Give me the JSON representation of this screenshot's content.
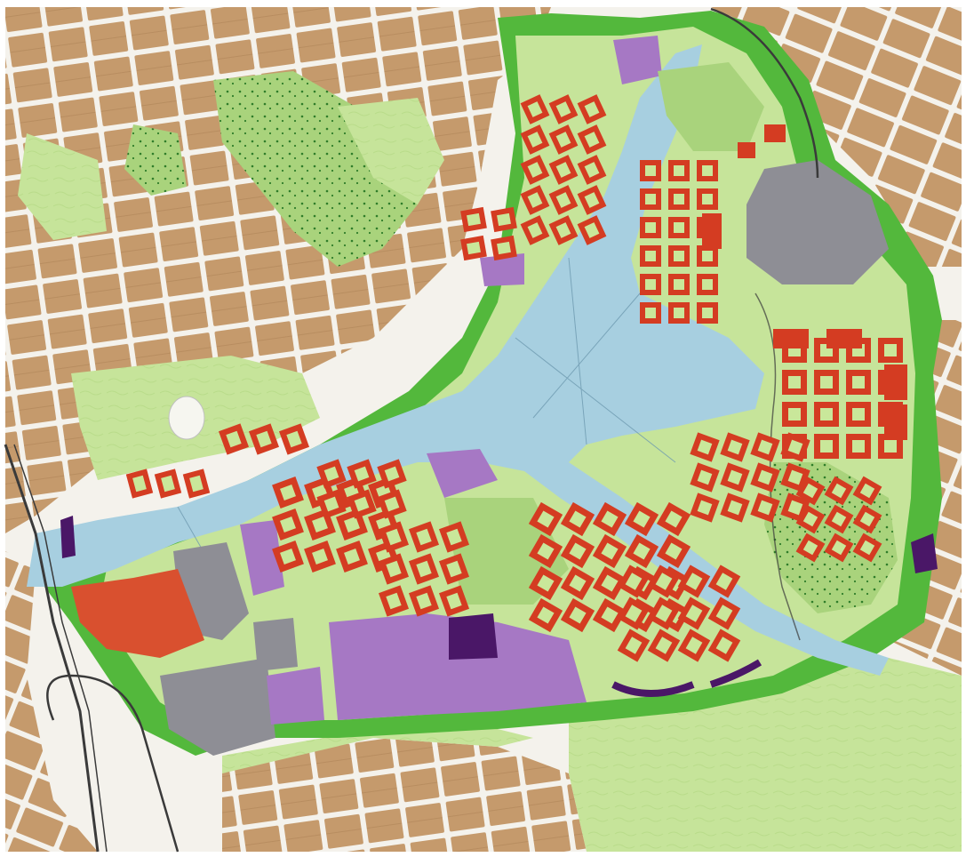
{
  "map": {
    "colors": {
      "background": "#ffffff",
      "paper": "#f4f2ec",
      "street": "#f7f6f2",
      "urban_block": "#c59a6c",
      "park": "#a9d37c",
      "park_light": "#c6e49a",
      "green_corridor": "#53b83c",
      "water": "#a7cfe0",
      "residential_new": "#d43c22",
      "residential_courtyard": "#c9e79a",
      "commercial": "#a678c4",
      "commercial_dark": "#4a1767",
      "industrial": "#8e8e95",
      "sports": "#d9502f",
      "tree": "#2f7d2a",
      "rail": "#3a3a3a",
      "yellow_accent": "#d7b640"
    },
    "legend_categories": [
      "urban-block",
      "park",
      "water",
      "new-residential-block",
      "commercial",
      "industrial",
      "rail"
    ]
  }
}
